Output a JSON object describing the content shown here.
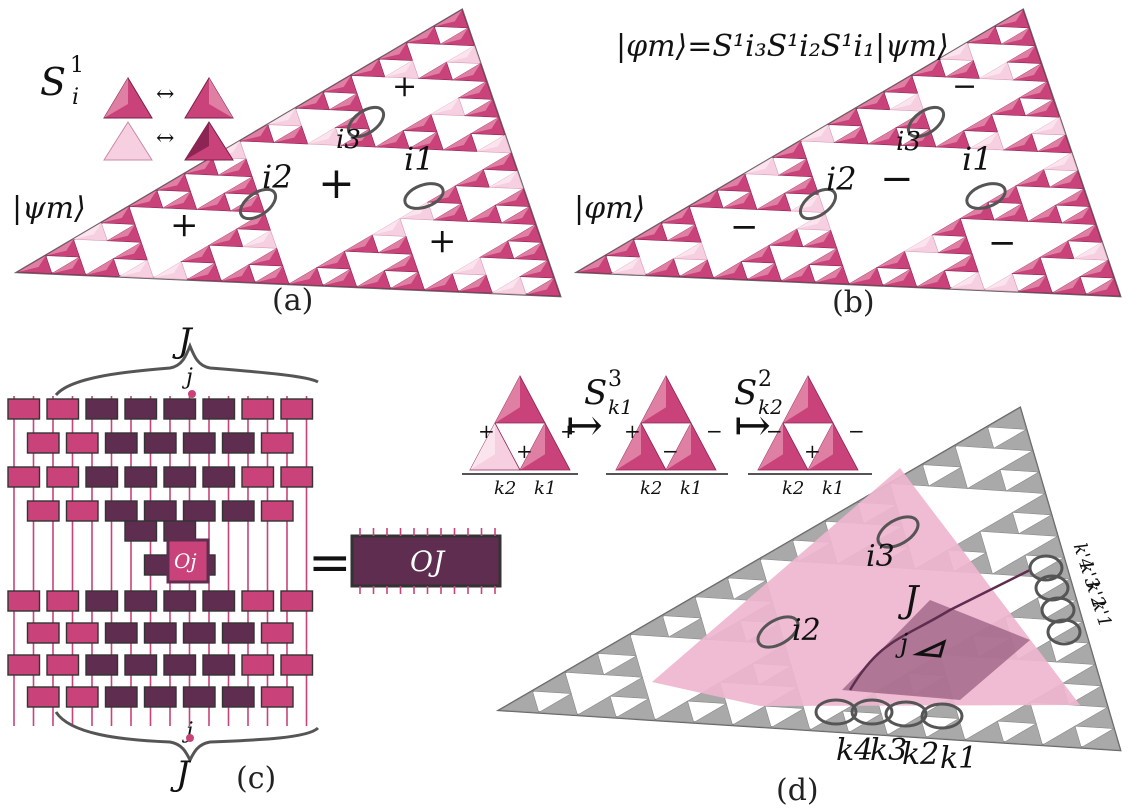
{
  "colors": {
    "pink_dark": "#c9437a",
    "pink_mid": "#e07fa4",
    "pink_light": "#f6cfe0",
    "pink_fill": "#efb6cf",
    "plum": "#5e2d4f",
    "gray": "#a9a9a9",
    "outline": "#555555"
  },
  "panel_a": {
    "caption": "(a)",
    "state": "|ψm⟩",
    "swap_symbol": "↔",
    "S": {
      "base": "S",
      "sup": "1",
      "sub": "i"
    },
    "sites": [
      "i2",
      "i3",
      "i1"
    ],
    "sign_center": "+",
    "sign_left": "+",
    "sign_right": "+",
    "sign_top": "+"
  },
  "panel_b": {
    "caption": "(b)",
    "state": "|φm⟩",
    "equation": "|φm⟩=S¹i₃S¹i₂S¹i₁|ψm⟩",
    "sites": [
      "i2",
      "i3",
      "i1"
    ],
    "sign_center": "−",
    "sign_left": "−",
    "sign_right": "−",
    "sign_top": "−"
  },
  "panel_c": {
    "caption": "(c)",
    "label_J_top": "J",
    "label_j_top": "j",
    "label_J_bottom": "J",
    "label_j_bottom": "j",
    "inner_op": "Oj",
    "equals": "=",
    "outer_op": "OJ"
  },
  "panel_d": {
    "caption": "(d)",
    "op1": {
      "base": "S",
      "sup": "3",
      "sub": "k1"
    },
    "op2": {
      "base": "S",
      "sup": "2",
      "sub": "k2"
    },
    "map_arrow": "↦",
    "triangle_labels": {
      "left": "k2",
      "right": "k1"
    },
    "signs_before": [
      "+",
      "+",
      "+"
    ],
    "signs_mid": [
      "+",
      "−",
      "−"
    ],
    "signs_after": [
      "−",
      "+",
      "−"
    ],
    "sites": [
      "i3",
      "i2"
    ],
    "region_J": "J",
    "site_j": "j",
    "bottom_k": [
      "k4",
      "k3",
      "k2",
      "k1"
    ],
    "side_k": [
      "k'4",
      "k'3",
      "k'2",
      "k'1"
    ]
  }
}
